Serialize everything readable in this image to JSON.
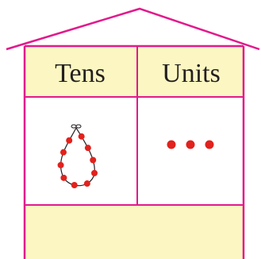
{
  "place_value_house": {
    "headers": {
      "tens": "Tens",
      "units": "Units"
    },
    "colors": {
      "outline": "#e2198c",
      "header_fill": "#fcf7c2",
      "bead": "#e1221d",
      "string": "#231f20"
    },
    "tens_bead_string": {
      "beads_per_string": 10,
      "strings": 1
    },
    "units_beads": 3
  }
}
